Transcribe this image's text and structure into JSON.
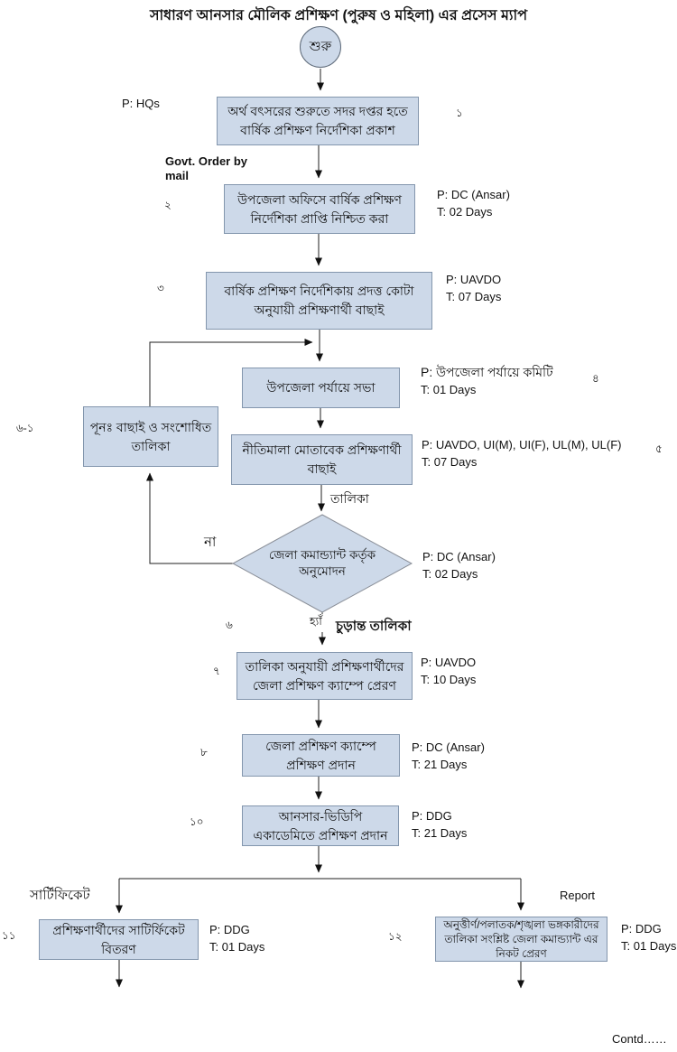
{
  "title": "সাধারণ আনসার মৌলিক প্রশিক্ষণ (পুরুষ ও মহিলা) এর প্রসেস ম্যাপ",
  "colors": {
    "node_fill": "#cdd9e9",
    "node_border": "#8396ad",
    "line": "#1f1f1f"
  },
  "start": {
    "label": "শুরু"
  },
  "nodes": {
    "step1": {
      "no": "১",
      "text": "অর্থ বৎসরের শুরুতে সদর দপ্তর হতে বার্ষিক প্রশিক্ষণ নির্দেশিকা প্রকাশ",
      "performer": "P: HQs"
    },
    "step2": {
      "no": "২",
      "text": "উপজেলা অফিসে বার্ষিক প্রশিক্ষণ নির্দেশিকা প্রাপ্তি নিশ্চিত করা",
      "performer": "P: DC (Ansar)",
      "time": "T: 02 Days"
    },
    "step3": {
      "no": "৩",
      "text": "বার্ষিক প্রশিক্ষণ নির্দেশিকায় প্রদত্ত কোটা অনুযায়ী প্রশিক্ষণার্থী বাছাই",
      "performer": "P: UAVDO",
      "time": "T: 07 Days"
    },
    "step4": {
      "no": "৪",
      "text": "উপজেলা পর্যায়ে সভা",
      "performer": "P: উপজেলা পর্যায়ে কমিটি",
      "time": "T: 01 Days"
    },
    "step5": {
      "no": "৫",
      "text": "নীতিমালা মোতাবেক প্রশিক্ষণার্থী বাছাই",
      "performer": "P: UAVDO, UI(M), UI(F), UL(M), UL(F)",
      "time": "T: 07 Days"
    },
    "rework": {
      "no": "৬-১",
      "text": "পূনঃ  বাছাই ও সংশোধিত তালিকা"
    },
    "decision": {
      "no": "৬",
      "text": "জেলা কমান্ড্যান্ট কর্তৃক অনুমোদন",
      "performer": "P: DC (Ansar)",
      "time": "T: 02 Days"
    },
    "step7": {
      "no": "৭",
      "text": "তালিকা অনুযায়ী প্রশিক্ষণার্থীদের জেলা প্রশিক্ষণ ক্যাম্পে প্রেরণ",
      "performer": "P: UAVDO",
      "time": "T: 10 Days"
    },
    "step8": {
      "no": "৮",
      "text": "জেলা প্রশিক্ষণ ক্যাম্পে প্রশিক্ষণ প্রদান",
      "performer": "P: DC (Ansar)",
      "time": "T: 21 Days"
    },
    "step10": {
      "no": "১০",
      "text": "আনসার-ভিডিপি একাডেমিতে প্রশিক্ষণ প্রদান",
      "performer": "P: DDG",
      "time": "T: 21 Days"
    },
    "step11": {
      "no": "১১",
      "text": "প্রশিক্ষণার্থীদের  সাটির্ফিকেট বিতরণ",
      "performer": "P: DDG",
      "time": "T: 01 Days"
    },
    "step12": {
      "no": "১২",
      "text": "অনুত্তীর্ণ/পলাতক/শৃঙ্খলা ভঙ্গকারীদের তালিকা সংশ্লিষ্ট  জেলা কমান্ড্যান্ট এর নিকট প্রেরণ",
      "performer": "P: DDG",
      "time": "T: 01 Days"
    }
  },
  "edge_labels": {
    "govt_order": "Govt. Order by mail",
    "list": "তালিকা",
    "no": "না",
    "yes": "হ্যাঁ",
    "final_list": "চুড়ান্ত তালিকা",
    "certificate": "সার্টিফিকেট",
    "report": "Report"
  },
  "footer": {
    "contd": "Contd……"
  }
}
